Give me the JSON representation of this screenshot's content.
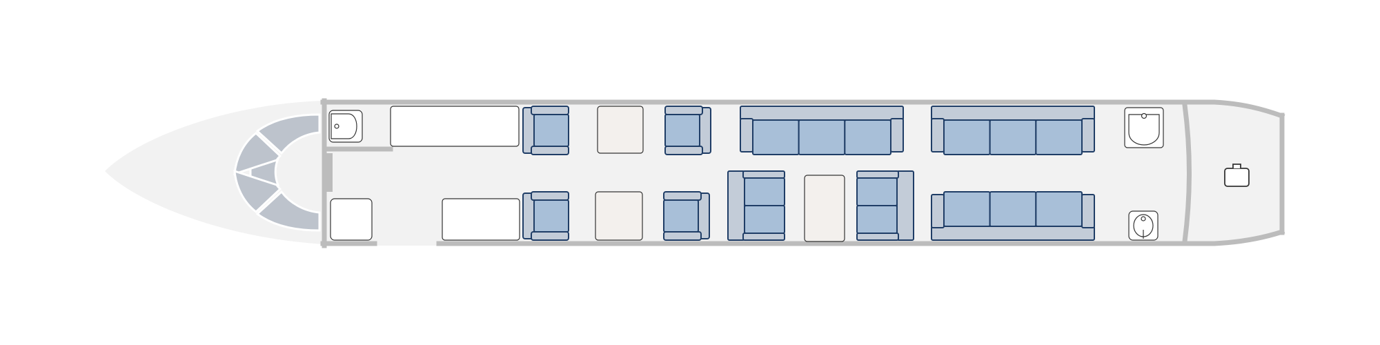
{
  "diagram": {
    "type": "aircraft-cabin-floor-plan",
    "text_labels": []
  },
  "colors": {
    "fuselage_fill": "#f2f2f2",
    "wall": "#bcbcbc",
    "cockpit_seat": "#bdc3cc",
    "seat_fill": "#a8bfd8",
    "seat_stroke": "#1f3d66",
    "seat_back": "#c3ccd8",
    "table_fill": "#f3f0ed",
    "fixture_stroke": "#333333",
    "white": "#ffffff"
  },
  "icons": [
    "sink-icon",
    "toilet-icon",
    "luggage-icon"
  ],
  "cabin": {
    "club_seats": 8,
    "divans": 3,
    "tables": 3,
    "lavatories": 2,
    "galley_counters": 3
  }
}
